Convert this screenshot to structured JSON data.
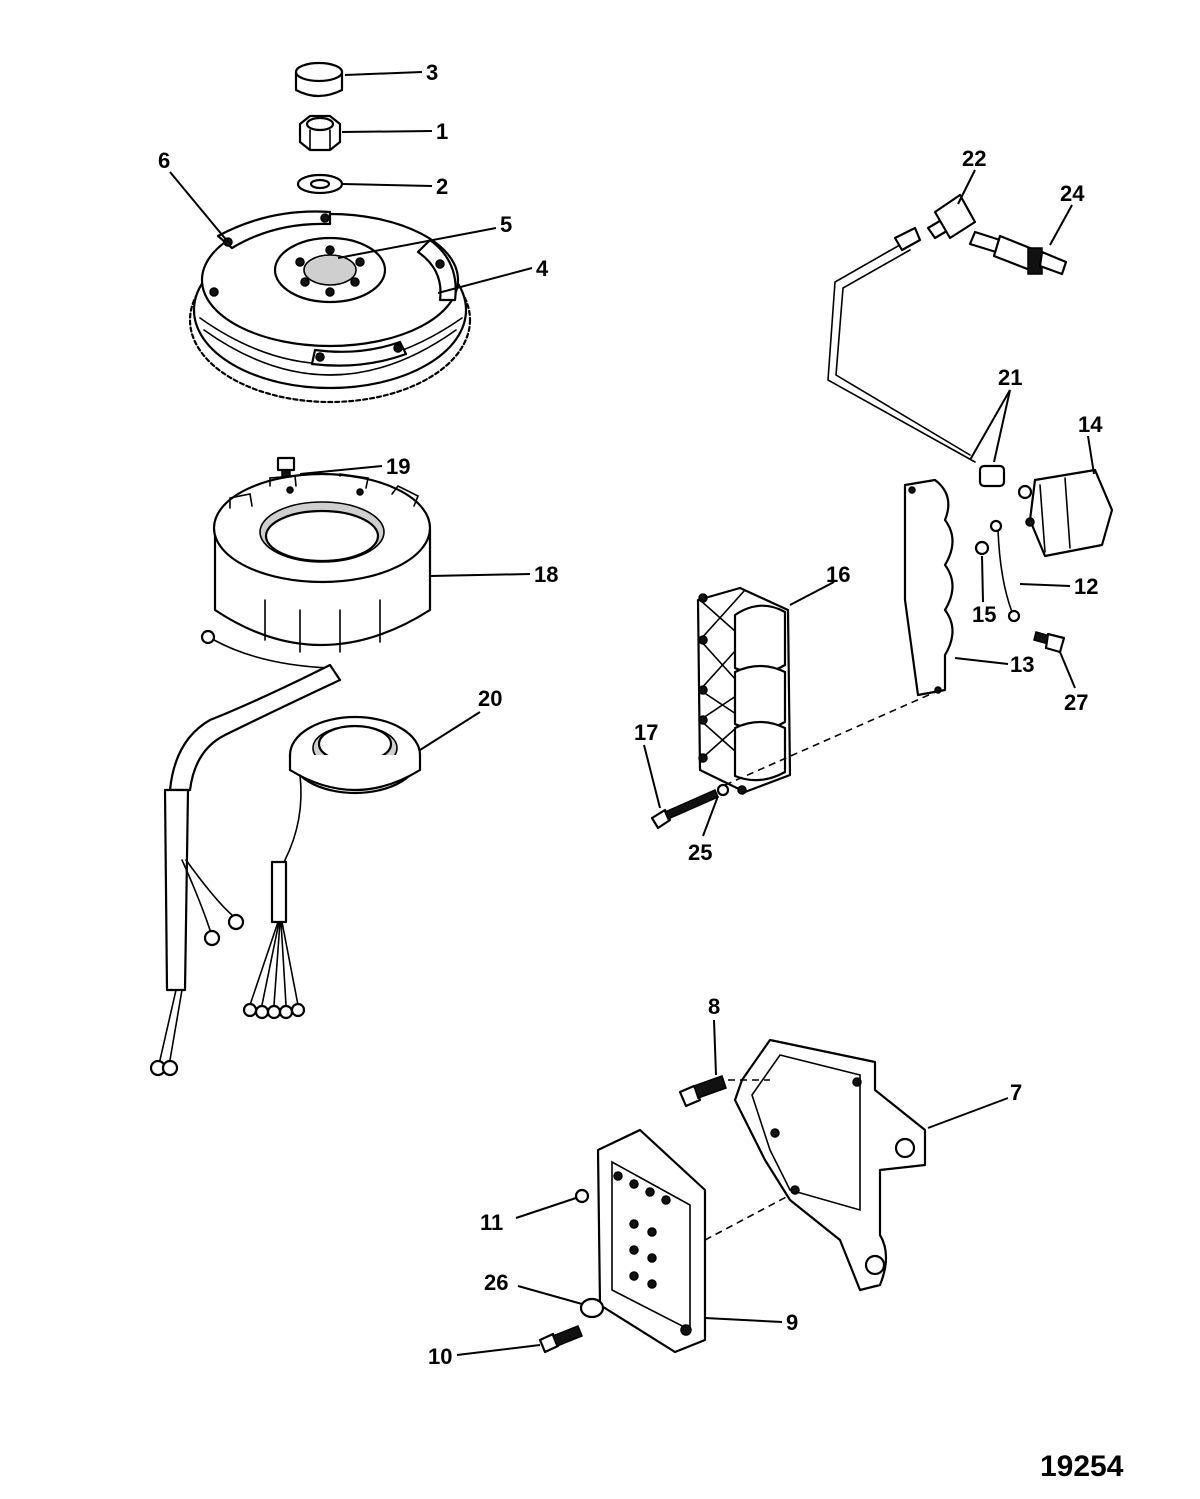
{
  "figure_number": "19254",
  "callouts": {
    "c1": "1",
    "c2": "2",
    "c3": "3",
    "c4": "4",
    "c5": "5",
    "c6": "6",
    "c7": "7",
    "c8": "8",
    "c9": "9",
    "c10": "10",
    "c11": "11",
    "c12": "12",
    "c13": "13",
    "c14": "14",
    "c15": "15",
    "c16": "16",
    "c17": "17",
    "c18": "18",
    "c19": "19",
    "c20": "20",
    "c21": "21",
    "c22": "22",
    "c24": "24",
    "c25": "25",
    "c26": "26",
    "c27": "27"
  }
}
